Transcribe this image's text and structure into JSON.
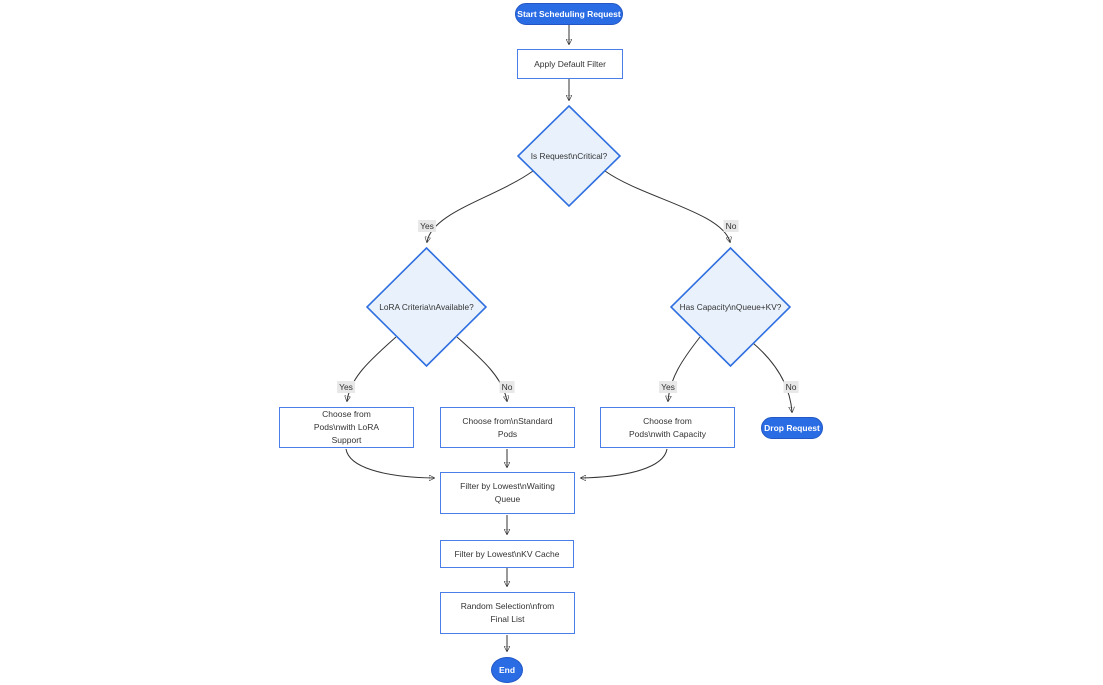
{
  "diagram": {
    "type": "flowchart",
    "direction": "top-down",
    "nodes": {
      "start": {
        "label": "Start Scheduling Request",
        "shape": "stadium"
      },
      "apply_default_filter": {
        "label": "Apply Default Filter",
        "shape": "rect"
      },
      "is_critical": {
        "label": "Is Request\\nCritical?",
        "shape": "diamond"
      },
      "lora_available": {
        "label": "LoRA Criteria\\nAvailable?",
        "shape": "diamond"
      },
      "has_capacity": {
        "label": "Has Capacity\\nQueue+KV?",
        "shape": "diamond"
      },
      "choose_lora_pods": {
        "label": "Choose from Pods\\nwith LoRA Support",
        "shape": "rect"
      },
      "choose_standard_pods": {
        "label": "Choose from\\nStandard Pods",
        "shape": "rect"
      },
      "choose_capacity_pods": {
        "label": "Choose from Pods\\nwith Capacity",
        "shape": "rect"
      },
      "drop_request": {
        "label": "Drop Request",
        "shape": "stadium"
      },
      "filter_waiting_queue": {
        "label": "Filter by Lowest\\nWaiting Queue",
        "shape": "rect"
      },
      "filter_kv_cache": {
        "label": "Filter by Lowest\\nKV Cache",
        "shape": "rect"
      },
      "random_selection": {
        "label": "Random Selection\\nfrom Final List",
        "shape": "rect"
      },
      "end": {
        "label": "End",
        "shape": "circle"
      }
    },
    "edge_labels": {
      "critical_yes": "Yes",
      "critical_no": "No",
      "lora_yes": "Yes",
      "lora_no": "No",
      "capacity_yes": "Yes",
      "capacity_no": "No"
    },
    "edges": [
      {
        "from": "start",
        "to": "apply_default_filter",
        "label": ""
      },
      {
        "from": "apply_default_filter",
        "to": "is_critical",
        "label": ""
      },
      {
        "from": "is_critical",
        "to": "lora_available",
        "label": "Yes"
      },
      {
        "from": "is_critical",
        "to": "has_capacity",
        "label": "No"
      },
      {
        "from": "lora_available",
        "to": "choose_lora_pods",
        "label": "Yes"
      },
      {
        "from": "lora_available",
        "to": "choose_standard_pods",
        "label": "No"
      },
      {
        "from": "has_capacity",
        "to": "choose_capacity_pods",
        "label": "Yes"
      },
      {
        "from": "has_capacity",
        "to": "drop_request",
        "label": "No"
      },
      {
        "from": "choose_lora_pods",
        "to": "filter_waiting_queue",
        "label": ""
      },
      {
        "from": "choose_standard_pods",
        "to": "filter_waiting_queue",
        "label": ""
      },
      {
        "from": "choose_capacity_pods",
        "to": "filter_waiting_queue",
        "label": ""
      },
      {
        "from": "filter_waiting_queue",
        "to": "filter_kv_cache",
        "label": ""
      },
      {
        "from": "filter_kv_cache",
        "to": "random_selection",
        "label": ""
      },
      {
        "from": "random_selection",
        "to": "end",
        "label": ""
      }
    ],
    "colors": {
      "accent": "#2a6ce4",
      "accent_border": "#2257c4",
      "node_border": "#4a7ee9",
      "diamond_border": "#2f6fe0",
      "diamond_fill": "#e9f2fc",
      "node_fill": "#ffffff",
      "edge_line": "#333333",
      "label_bg": "#e8e8e8",
      "text": "#333333"
    }
  }
}
